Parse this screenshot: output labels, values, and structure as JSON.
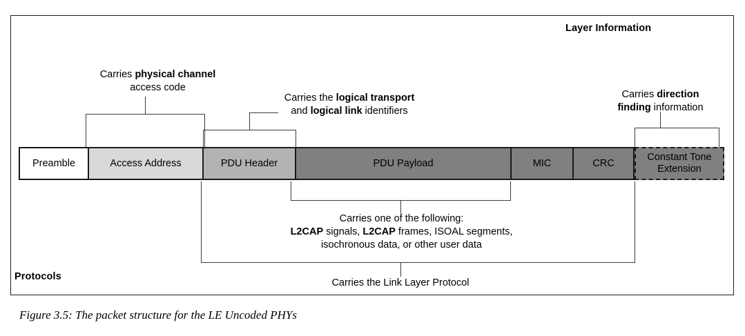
{
  "figure": {
    "caption": "Figure 3.5: The packet structure for the LE Uncoded PHYs",
    "layer_information_title": "Layer Information",
    "protocols_title": "Protocols"
  },
  "packet_fields": [
    {
      "name": "preamble",
      "label": "Preamble",
      "fill": "#ffffff",
      "border": "solid"
    },
    {
      "name": "access-address",
      "label": "Access Address",
      "fill": "#d9d9d9",
      "border": "solid"
    },
    {
      "name": "pdu-header",
      "label": "PDU Header",
      "fill": "#b3b3b3",
      "border": "solid"
    },
    {
      "name": "pdu-payload",
      "label": "PDU Payload",
      "fill": "#808080",
      "border": "solid"
    },
    {
      "name": "mic",
      "label": "MIC",
      "fill": "#808080",
      "border": "solid"
    },
    {
      "name": "crc",
      "label": "CRC",
      "fill": "#808080",
      "border": "solid"
    },
    {
      "name": "constant-tone-extension",
      "label": "Constant Tone\nExtension",
      "fill": "#808080",
      "border": "dashed"
    }
  ],
  "annotations": {
    "access_code": {
      "line1_plain": "Carries ",
      "line1_bold": "physical channel",
      "line2": "access code"
    },
    "logical_identifiers": {
      "line1_plain": "Carries the ",
      "line1_bold": "logical transport",
      "line2_plain_a": "and ",
      "line2_bold": "logical link",
      "line2_plain_b": " identifiers"
    },
    "direction_finding": {
      "line1_plain": "Carries ",
      "line1_bold": "direction",
      "line2_bold": "finding",
      "line2_plain": " information"
    },
    "payload_contents": {
      "line1": "Carries one of the following:",
      "line2_bold_a": "L2CAP",
      "line2_plain_a": " signals, ",
      "line2_bold_b": "L2CAP",
      "line2_plain_b": " frames, ISOAL segments,",
      "line3": "isochronous data, or other user data"
    },
    "link_layer": {
      "text": "Carries the Link Layer Protocol"
    }
  },
  "colors": {
    "frame_border": "#1a1a1a",
    "bracket_line": "#3a3a3a",
    "fill_white": "#ffffff",
    "fill_light_gray": "#d9d9d9",
    "fill_medium_gray": "#b3b3b3",
    "fill_dark_gray": "#808080",
    "text": "#000000"
  }
}
